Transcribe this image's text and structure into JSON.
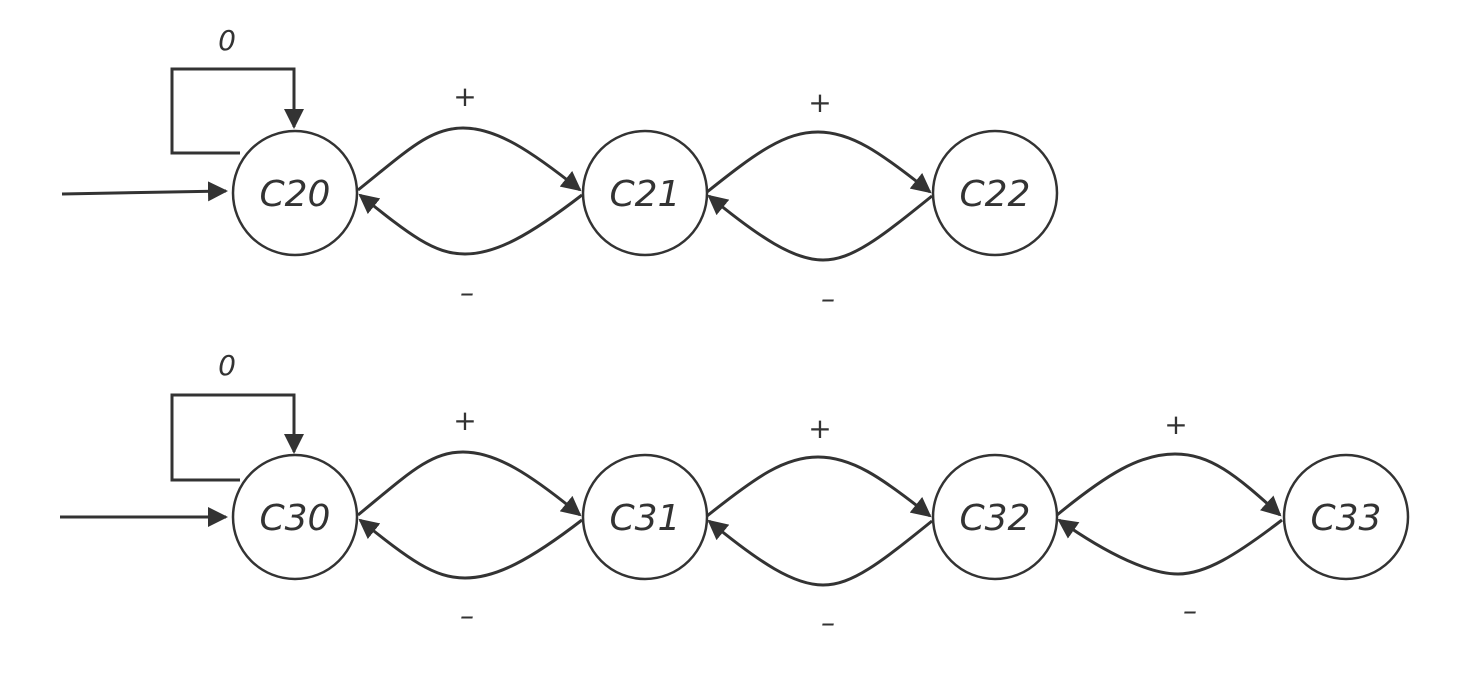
{
  "diagram": {
    "rows": [
      {
        "nodes": [
          "C20",
          "C21",
          "C22"
        ],
        "self_loop_label": "0",
        "forward_label": "+",
        "backward_label": "–"
      },
      {
        "nodes": [
          "C30",
          "C31",
          "C32",
          "C33"
        ],
        "self_loop_label": "0",
        "forward_label": "+",
        "backward_label": "–"
      }
    ],
    "colors": {
      "stroke": "#333333",
      "background": "#ffffff"
    }
  }
}
